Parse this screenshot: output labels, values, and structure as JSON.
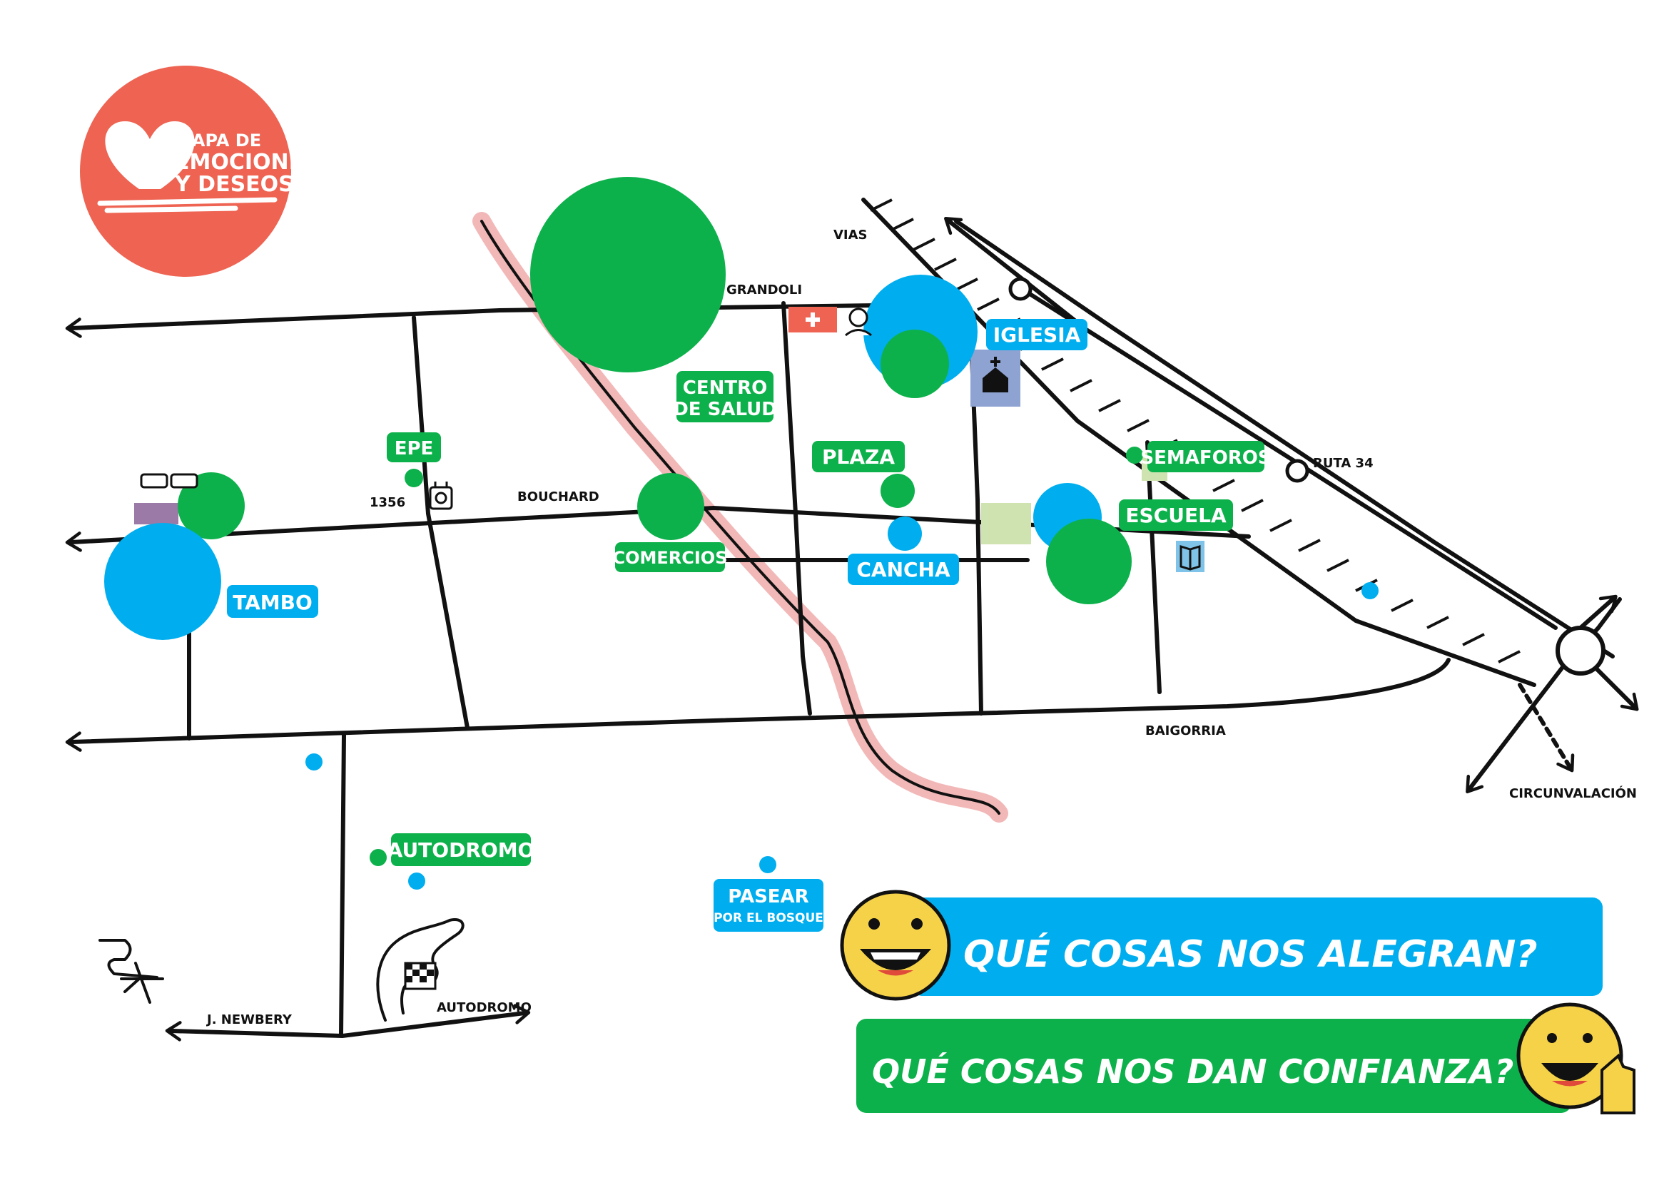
{
  "logo": {
    "line1": "MAPA DE",
    "line2": "EMOCIONES",
    "line3": "Y DESEOS",
    "color": "#EE6352"
  },
  "colors": {
    "green": "#0DB14B",
    "blue": "#00AEEF",
    "river": "#F2B8B8",
    "road": "#111111"
  },
  "streets": {
    "grandoli": "GRANDOLI",
    "vias": "VIAS",
    "bouchard": "BOUCHARD",
    "num1356": "1356",
    "ruta34": "RUTA 34",
    "baigorria": "BAIGORRIA",
    "circunvalacion": "CIRCUNVALACIÓN",
    "newbery": "J. NEWBERY",
    "autodromo_small": "AUTODROMO"
  },
  "places": {
    "centro_salud": [
      "CENTRO",
      "DE SALUD"
    ],
    "iglesia": "IGLESIA",
    "epe": "EPE",
    "plaza": "PLAZA",
    "semaforos": "SEMAFOROS",
    "escuela": "ESCUELA",
    "comercios": "COMERCIOS",
    "cancha": "CANCHA",
    "tambo": "TAMBO",
    "autodromo": "AUTODROMO",
    "pasear": [
      "PASEAR",
      "POR EL BOSQUE"
    ]
  },
  "questions": {
    "alegran": "QUÉ COSAS NOS ALEGRAN?",
    "confianza": "QUÉ COSAS NOS DAN CONFIANZA?"
  },
  "icons": [
    "heart-icon",
    "hospital-cross-icon",
    "nurse-icon",
    "church-icon",
    "power-plug-icon",
    "cow-icon",
    "book-icon",
    "airplane-icon",
    "racetrack-icon",
    "checkered-flag-icon",
    "smiley-happy-icon",
    "smiley-thumbs-up-icon"
  ]
}
